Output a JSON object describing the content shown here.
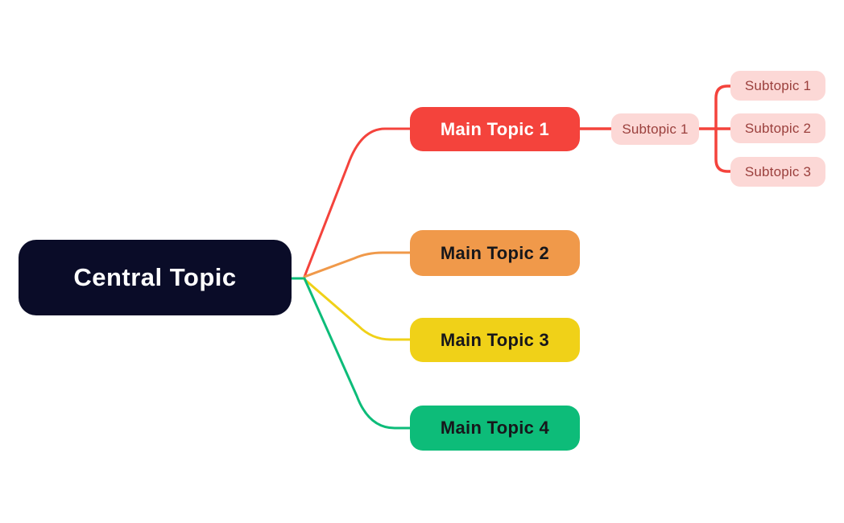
{
  "colors": {
    "background": "#ffffff",
    "central_bg": "#0a0c28",
    "central_text": "#ffffff",
    "red": "#f4433c",
    "orange": "#f0994a",
    "yellow": "#f0d118",
    "green": "#0dbc79",
    "pink": "#fcd8d6",
    "subtopic_text": "#9b403d",
    "dark_text": "#17171b"
  },
  "mindmap": {
    "central": {
      "label": "Central Topic",
      "color": "#0a0c28"
    },
    "main_topics": [
      {
        "label": "Main Topic 1",
        "color": "#f4433c",
        "branch_color": "#f4433c"
      },
      {
        "label": "Main Topic 2",
        "color": "#f0994a",
        "branch_color": "#f0994a"
      },
      {
        "label": "Main Topic 3",
        "color": "#f0d118",
        "branch_color": "#f0d118"
      },
      {
        "label": "Main Topic 4",
        "color": "#0dbc79",
        "branch_color": "#0dbc79"
      }
    ],
    "subtopic_parent": {
      "label": "Subtopic 1",
      "color": "#fcd8d6",
      "parent": "Main Topic 1"
    },
    "subtopics": [
      {
        "label": "Subtopic 1",
        "color": "#fcd8d6"
      },
      {
        "label": "Subtopic 2",
        "color": "#fcd8d6"
      },
      {
        "label": "Subtopic 3",
        "color": "#fcd8d6"
      }
    ]
  }
}
